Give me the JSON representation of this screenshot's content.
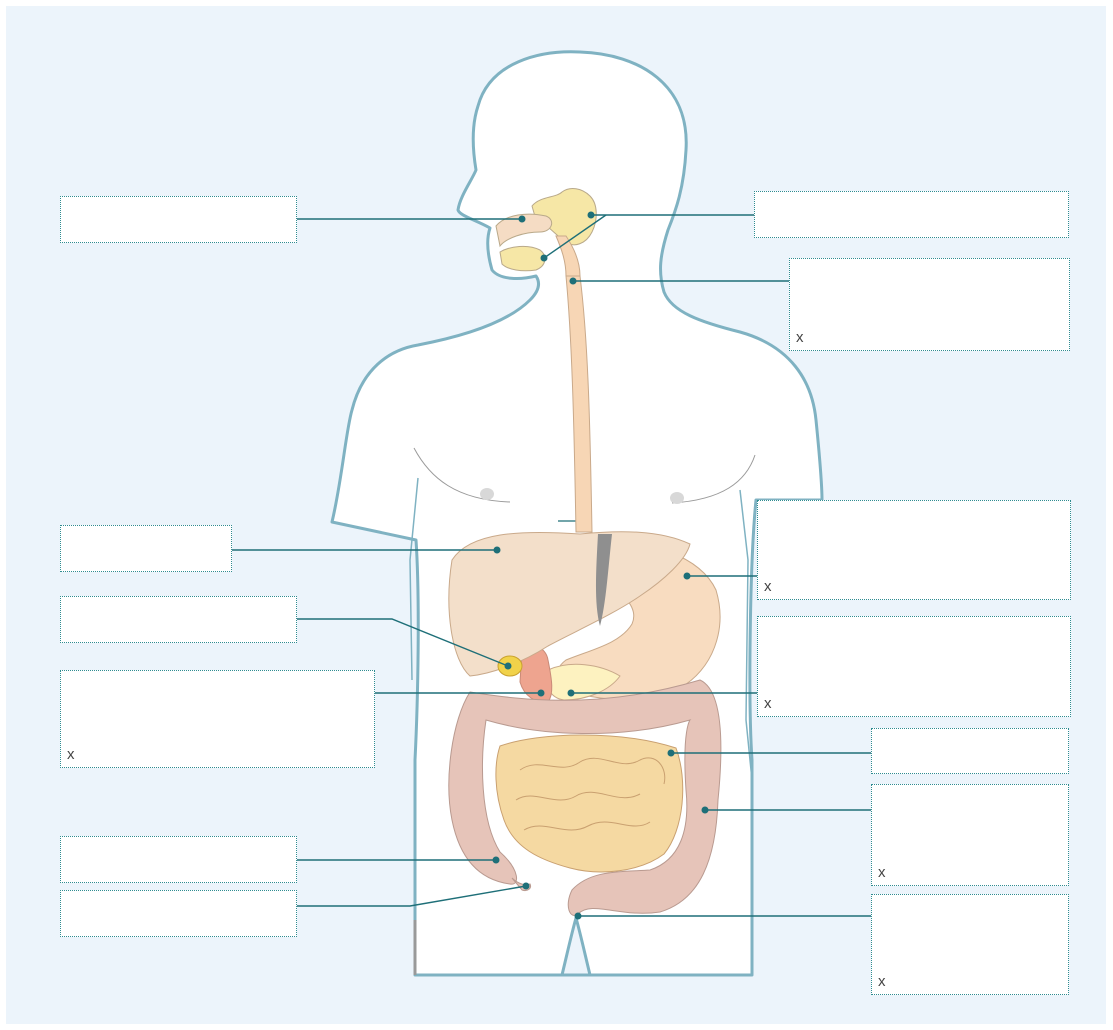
{
  "diagram": {
    "colors": {
      "background": "#ecf4fb",
      "body_outline": "#7fb2c2",
      "leader_line": "#1e6f78",
      "salivary_gland": "#f6e7a6",
      "esophagus": "#f7d6b5",
      "liver": "#f3dfca",
      "stomach": "#f8dcc0",
      "gallbladder": "#f1d24a",
      "duodenum": "#eea48f",
      "pancreas": "#fdf2c0",
      "large_intestine": "#e6c4b9",
      "small_intestine": "#f5d9a2"
    },
    "boxes": [
      {
        "id": "box-left-1",
        "mark": ""
      },
      {
        "id": "box-right-1",
        "mark": ""
      },
      {
        "id": "box-right-2",
        "mark": "x"
      },
      {
        "id": "box-left-2",
        "mark": ""
      },
      {
        "id": "box-right-3",
        "mark": "x"
      },
      {
        "id": "box-left-3",
        "mark": ""
      },
      {
        "id": "box-right-4",
        "mark": "x"
      },
      {
        "id": "box-left-4",
        "mark": "x"
      },
      {
        "id": "box-right-5",
        "mark": ""
      },
      {
        "id": "box-right-6",
        "mark": "x"
      },
      {
        "id": "box-left-5",
        "mark": ""
      },
      {
        "id": "box-left-6",
        "mark": ""
      },
      {
        "id": "box-right-7",
        "mark": "x"
      }
    ]
  }
}
